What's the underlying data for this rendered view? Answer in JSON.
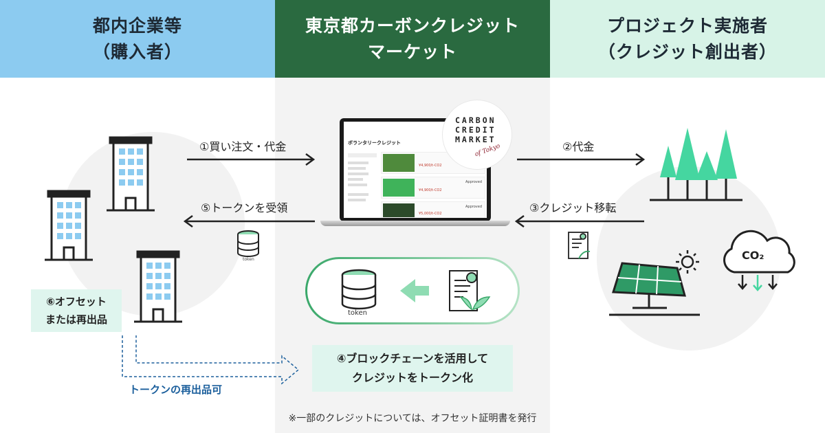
{
  "headers": {
    "left_line1": "都内企業等",
    "left_line2": "（購入者）",
    "middle_line1": "東京都カーボンクレジット",
    "middle_line2": "マーケット",
    "right_line1": "プロジェクト実施者",
    "right_line2": "（クレジット創出者）"
  },
  "flows": {
    "buy_order": "①買い注文・代金",
    "payment": "②代金",
    "credit_transfer": "③クレジット移転",
    "receive_token": "⑤トークンを受領"
  },
  "offset_box": {
    "line1": "⑥オフセット",
    "line2": "または再出品"
  },
  "blockchain_box": {
    "line1": "④ブロックチェーンを活用して",
    "line2": "クレジットをトークン化"
  },
  "reissue_label": "トークンの再出品可",
  "footnote": "※一部のクレジットについては、オフセット証明書を発行",
  "token_labels": {
    "small": "token",
    "large": "token"
  },
  "co2_label": "CO₂",
  "logo": {
    "line1": "CARBON",
    "line2": "CREDIT",
    "line3": "MARKET",
    "script": "of Tokyo"
  },
  "laptop_screen": {
    "page_title": "ボランタリークレジット",
    "listing1_price": "¥4,900/t-CO2",
    "listing2_price": "¥4,900/t-CO2",
    "listing3_price": "¥5,000/t-CO2",
    "approved": "Approved"
  },
  "colors": {
    "header_left": "#8ccbf0",
    "header_middle": "#2a6a40",
    "header_right": "#d7f3e7",
    "box_fill": "#dff5ee",
    "reissue_text": "#1b5f9c",
    "tree_green": "#45d6a0"
  }
}
